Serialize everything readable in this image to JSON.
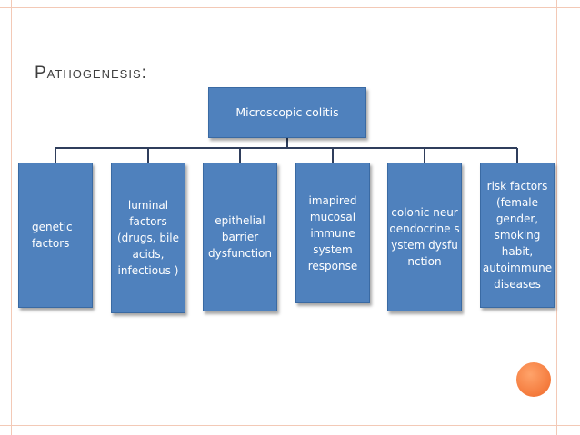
{
  "slide": {
    "title": "Pathogenesis:",
    "colors": {
      "node_fill": "#4f81bd",
      "node_text": "#ffffff",
      "connector": "#2f3e5c",
      "frame": "#f3c9b6",
      "accent_circle": "#f47a3c"
    }
  },
  "diagram": {
    "root": {
      "label": "Microscopic colitis"
    },
    "children": [
      {
        "label": "genetic factors"
      },
      {
        "label": "luminal factors (drugs, bile acids, infectious )"
      },
      {
        "label": "epithelial barrier dysfunction"
      },
      {
        "label": "imapired mucosal immune system response"
      },
      {
        "label": "colonic neuroendocrine system dysfunction"
      },
      {
        "label": "risk factors (female gender, smoking habit, autoimmune diseases"
      }
    ]
  }
}
